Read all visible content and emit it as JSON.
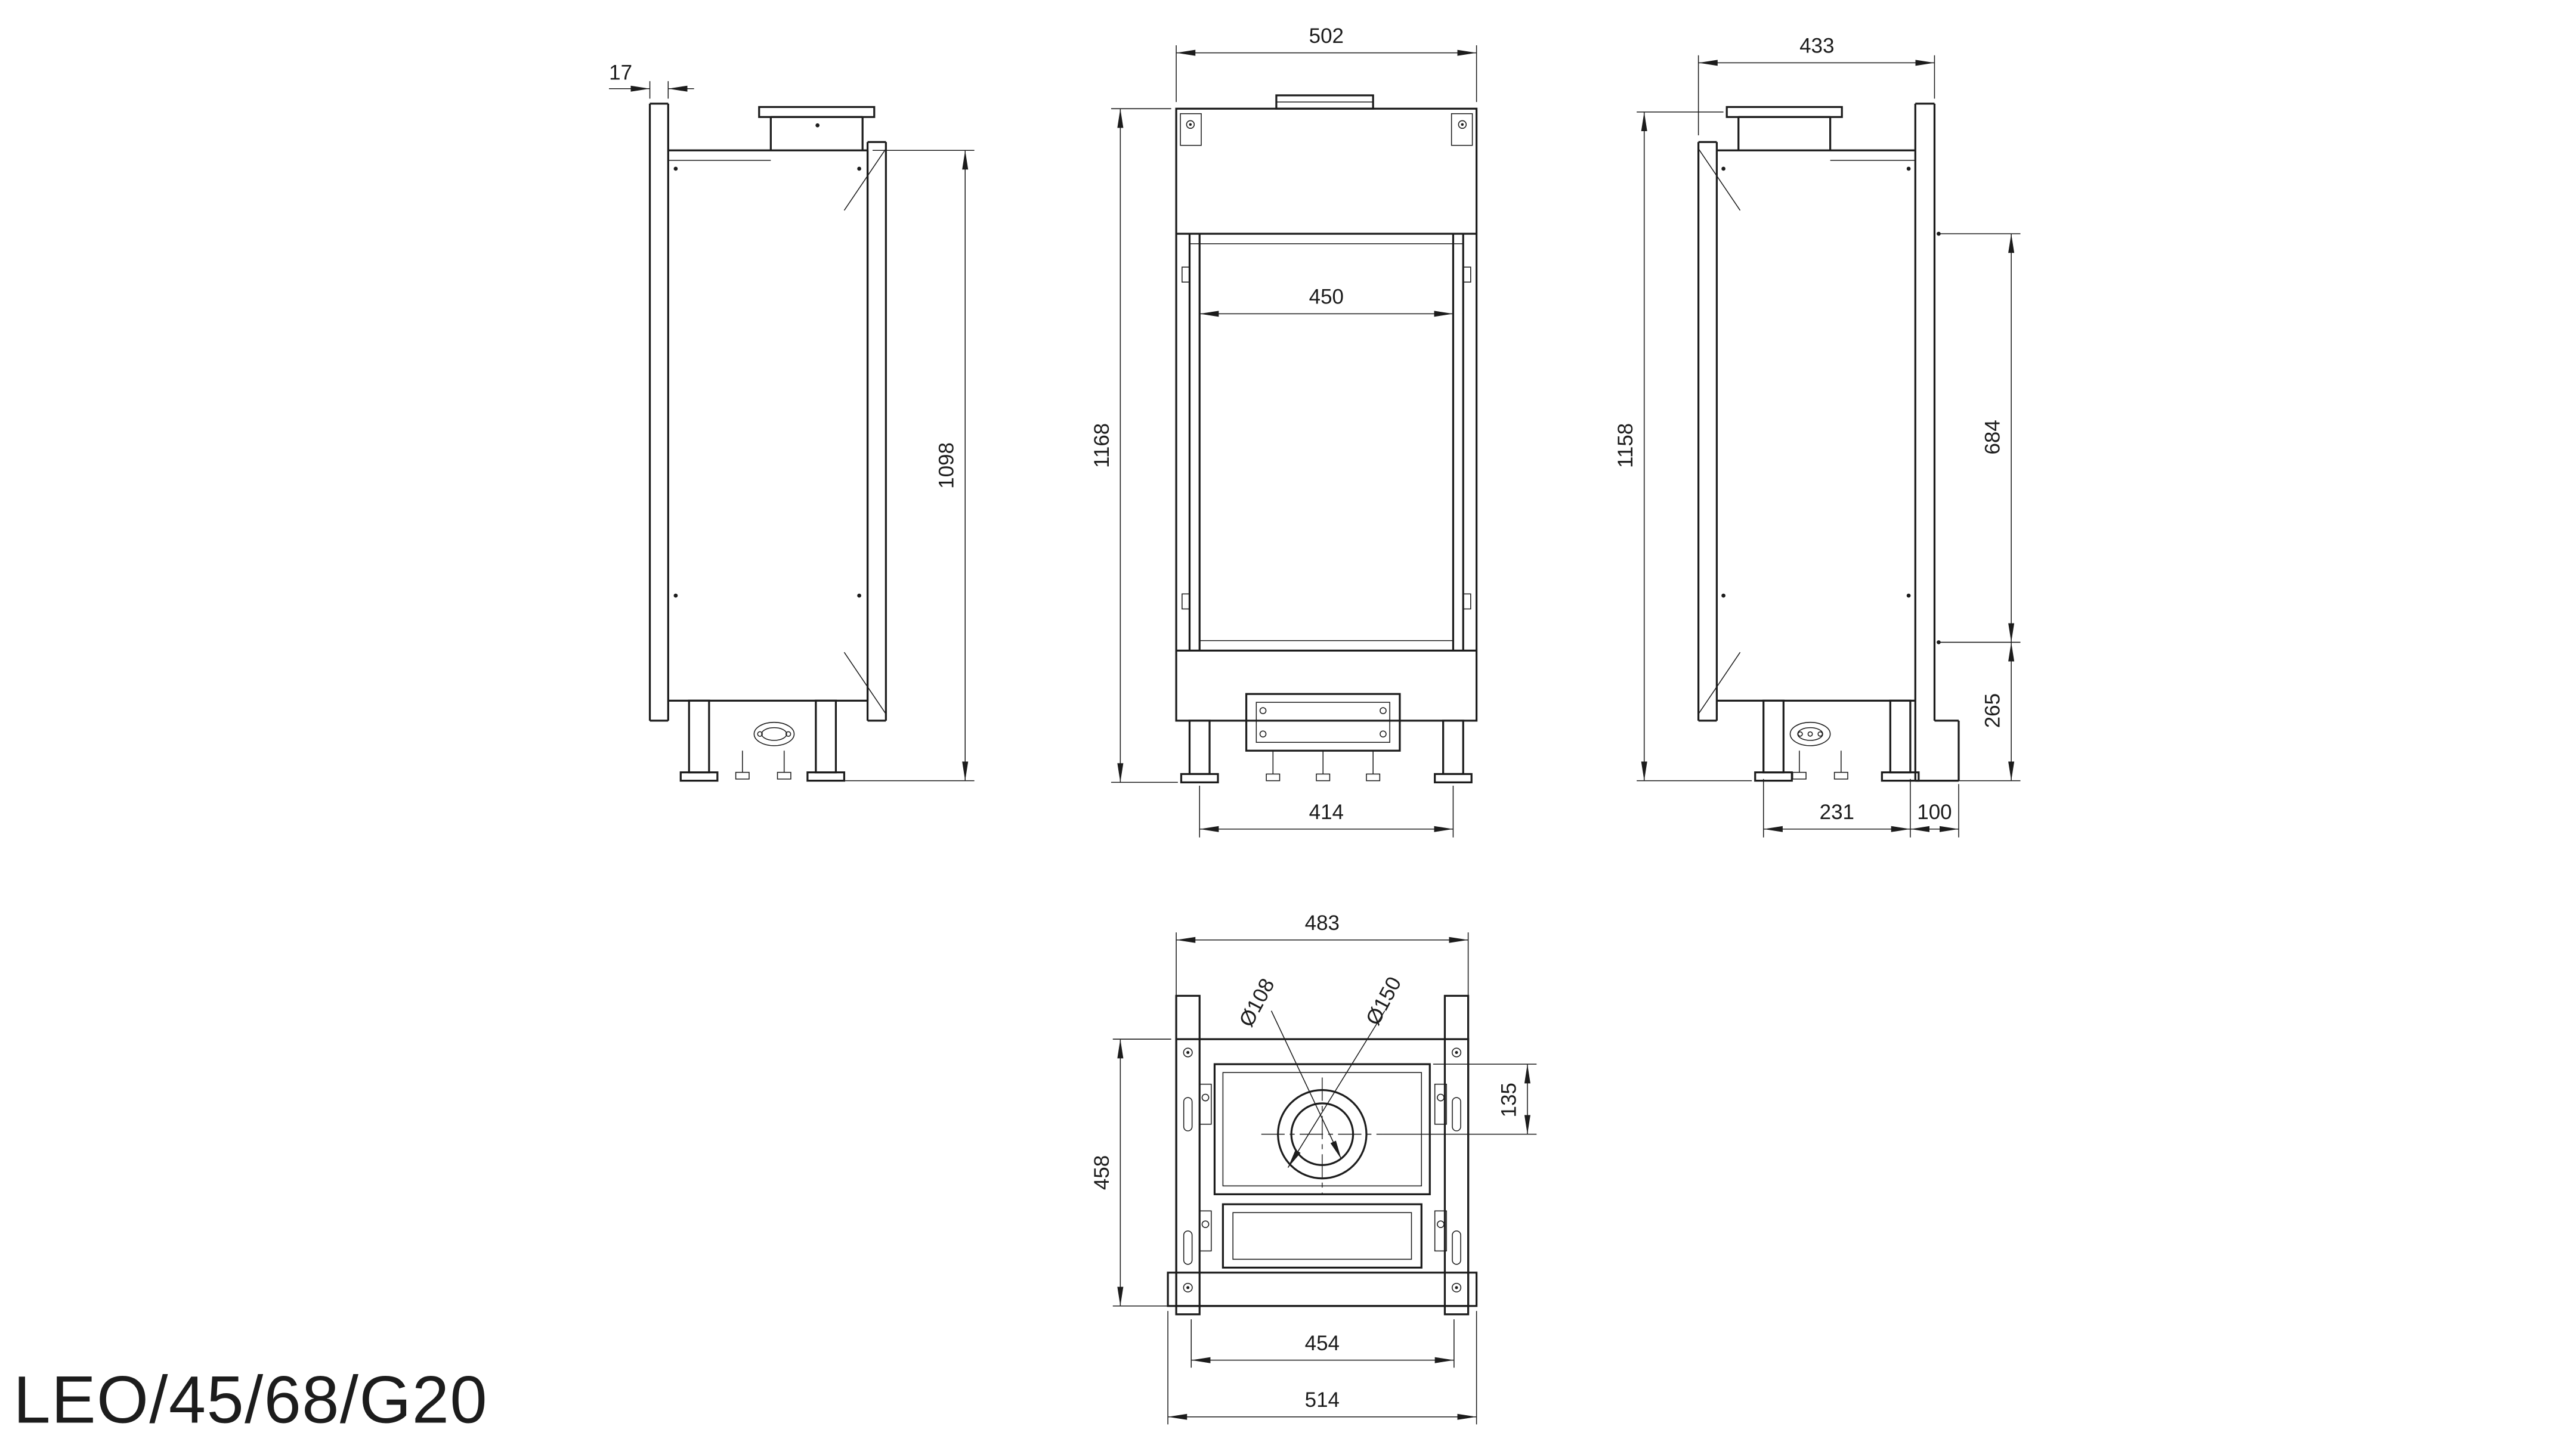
{
  "title": "LEO/45/68/G20",
  "colors": {
    "ink": "#1c1c1c",
    "background": "#ffffff"
  },
  "views": {
    "left_side": {
      "dims": {
        "flange": "17",
        "height": "1098"
      }
    },
    "front": {
      "dims": {
        "width": "502",
        "glass_width": "450",
        "height": "1168",
        "feet_span": "414"
      }
    },
    "right_side": {
      "dims": {
        "depth": "433",
        "height": "1158",
        "glass_height": "684",
        "base_height": "265",
        "feet_depth": "231",
        "rear_offset": "100"
      }
    },
    "top": {
      "dims": {
        "width": "483",
        "flue_inner": "Ø108",
        "flue_outer": "Ø150",
        "flue_offset": "135",
        "depth": "458",
        "inner_width": "454",
        "overall_width": "514"
      }
    }
  }
}
